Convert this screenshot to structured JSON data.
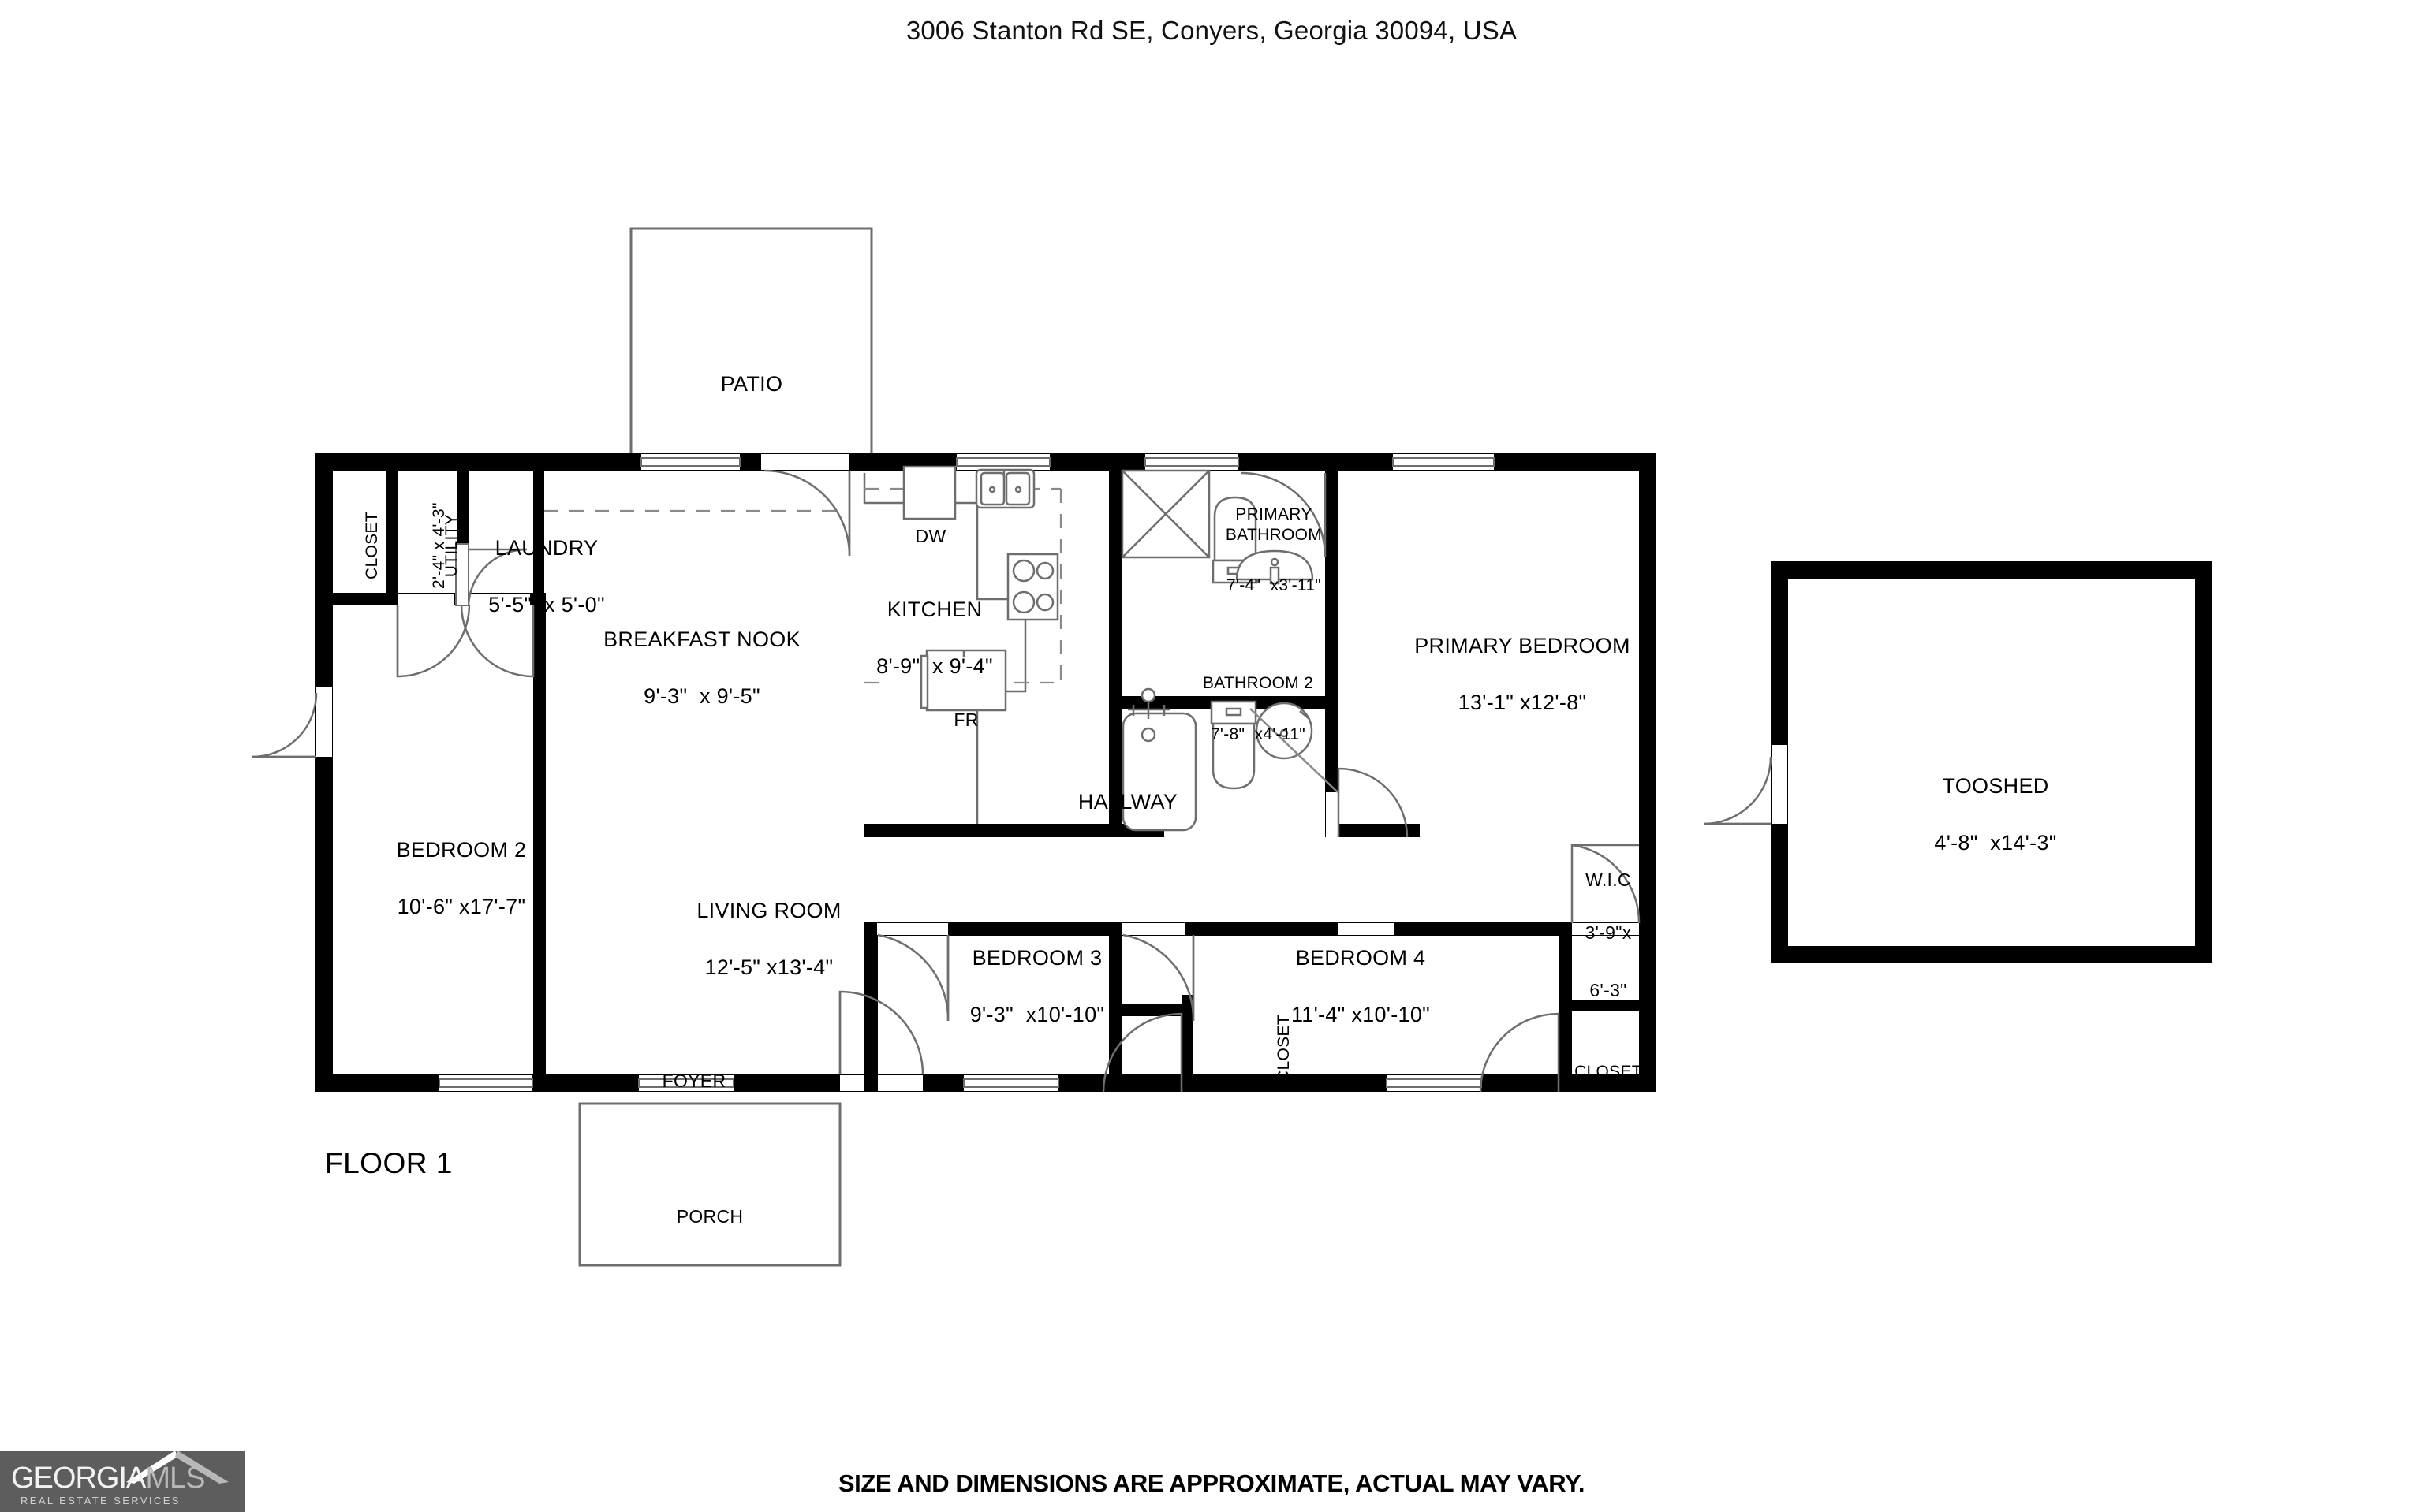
{
  "header": {
    "address": "3006 Stanton Rd SE, Conyers, Georgia 30094, USA"
  },
  "floor": {
    "label": "FLOOR 1"
  },
  "footer": {
    "disclaimer": "SIZE AND DIMENSIONS ARE APPROXIMATE, ACTUAL MAY VARY.",
    "logo_primary": "GEORGIA",
    "logo_secondary": "MLS",
    "logo_tagline": "REAL ESTATE SERVICES",
    "logo_bg": "#5d5d5d"
  },
  "colors": {
    "wall": "#000000",
    "interior": "#ffffff",
    "thin_line": "#6e6e6e"
  },
  "rooms": [
    {
      "name": "PATIO",
      "dim": ""
    },
    {
      "name": "CLOSET",
      "dim": ""
    },
    {
      "name": "UTILITY",
      "dim": "2'-4\" x 4'-3\""
    },
    {
      "name": "LAUNDRY",
      "dim": "5'-5\"  x 5'-0\""
    },
    {
      "name": "BREAKFAST NOOK",
      "dim": "9'-3\"  x 9'-5\""
    },
    {
      "name": "KITCHEN",
      "dim": "8'-9\"  x 9'-4\""
    },
    {
      "name": "PRIMARY BATHROOM",
      "dim": "7'-4\"  x3'-11\""
    },
    {
      "name": "BATHROOM 2",
      "dim": "7'-8\"  x4'-11\""
    },
    {
      "name": "PRIMARY BEDROOM",
      "dim": "13'-1\" x12'-8\""
    },
    {
      "name": "BEDROOM 2",
      "dim": "10'-6\" x17'-7\""
    },
    {
      "name": "LIVING ROOM",
      "dim": "12'-5\" x13'-4\""
    },
    {
      "name": "HALLWAY",
      "dim": ""
    },
    {
      "name": "BEDROOM 3",
      "dim": "9'-3\"  x10'-10\""
    },
    {
      "name": "BEDROOM 4",
      "dim": "11'-4\" x10'-10\""
    },
    {
      "name": "W.I.C",
      "dim": "3'-9\"x\n6'-3\""
    },
    {
      "name": "CLOSET",
      "dim": ""
    },
    {
      "name": "CLOSET",
      "dim": ""
    },
    {
      "name": "FOYER",
      "dim": ""
    },
    {
      "name": "PORCH",
      "dim": ""
    },
    {
      "name": "TOOSHED",
      "dim": "4'-8\"  x14'-3\""
    }
  ],
  "labels": {
    "patio": "PATIO",
    "closet_left": "CLOSET",
    "utility_name": "UTILITY",
    "utility_dim": "2'-4\" x 4'-3\"",
    "laundry_name": "LAUNDRY",
    "laundry_dim": "5'-5\"  x 5'-0\"",
    "nook_name": "BREAKFAST NOOK",
    "nook_dim": "9'-3\"  x 9'-5\"",
    "kitchen_name": "KITCHEN",
    "kitchen_dim": "8'-9\"  x 9'-4\"",
    "dishwasher": "DW",
    "fridge": "FR",
    "pbath_name": "PRIMARY\nBATHROOM",
    "pbath_dim": "7'-4\"  x3'-11\"",
    "bath2_name": "BATHROOM 2",
    "bath2_dim": "7'-8\"  x4'-11\"",
    "pbed_name": "PRIMARY BEDROOM",
    "pbed_dim": "13'-1\" x12'-8\"",
    "bed2_name": "BEDROOM 2",
    "bed2_dim": "10'-6\" x17'-7\"",
    "living_name": "LIVING ROOM",
    "living_dim": "12'-5\" x13'-4\"",
    "hallway": "HALLWAY",
    "bed3_name": "BEDROOM 3",
    "bed3_dim": "9'-3\"  x10'-10\"",
    "bed4_name": "BEDROOM 4",
    "bed4_dim": "11'-4\" x10'-10\"",
    "wic_name": "W.I.C",
    "wic_dim1": "3'-9\"x",
    "wic_dim2": "6'-3\"",
    "closet_mid": "CLOSET",
    "closet_right": "CLOSET",
    "foyer": "FOYER",
    "porch": "PORCH",
    "shed_name": "TOOSHED",
    "shed_dim": "4'-8\"  x14'-3\""
  }
}
